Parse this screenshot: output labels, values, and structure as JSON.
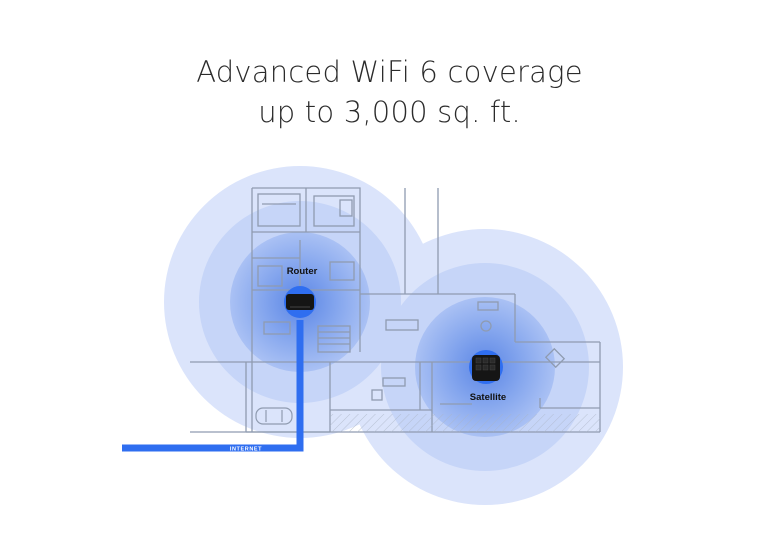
{
  "headline": {
    "line1": "Advanced WiFi 6 coverage",
    "line2": "up to 3,000 sq. ft."
  },
  "devices": {
    "router_label": "Router",
    "satellite_label": "Satellite"
  },
  "cable": {
    "label": "INTERNET",
    "color": "#2f6ef0"
  },
  "colors": {
    "text": "#2b2b2b",
    "coverage_outer": "#dde6fb",
    "coverage_mid": "#c4d4f8",
    "coverage_inner": "#a9c1f4",
    "coverage_core": "#6f97ea",
    "floorplan_lines": "#9aa6b8",
    "device": "#151515"
  },
  "icons": {
    "router": "router-device-icon",
    "satellite": "satellite-device-icon",
    "car": "car-icon"
  }
}
